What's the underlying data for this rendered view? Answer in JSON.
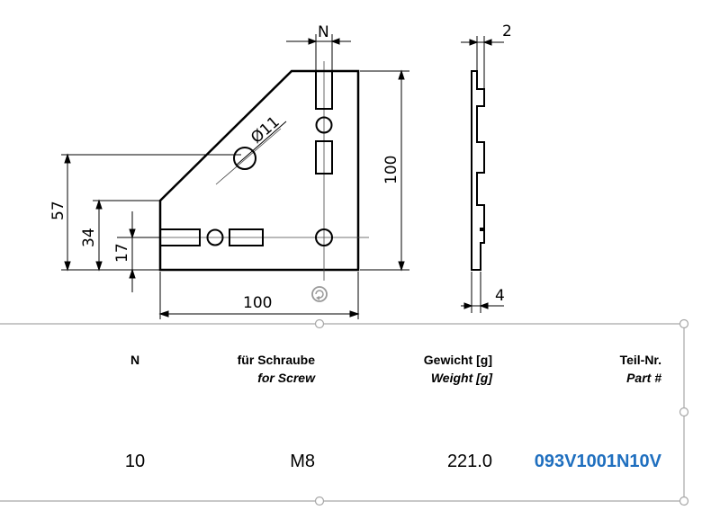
{
  "drawing": {
    "dim_n": "N",
    "dim_thickness": "2",
    "dim_height": "100",
    "dim_width": "100",
    "dim_hole": "Ø11",
    "dim_57": "57",
    "dim_34": "34",
    "dim_17": "17",
    "dim_4": "4",
    "icon": "rotate-icon"
  },
  "table": {
    "headers": {
      "n": "N",
      "screw_de": "für Schraube",
      "screw_en": "for Screw",
      "weight_de": "Gewicht [g]",
      "weight_en": "Weight [g]",
      "part_de": "Teil-Nr.",
      "part_en": "Part #"
    },
    "row": {
      "n": "10",
      "screw": "M8",
      "weight": "221.0",
      "part": "093V1001N10V"
    },
    "colors": {
      "part_link": "#1f6fbf",
      "frame": "#a6a6a6"
    }
  }
}
